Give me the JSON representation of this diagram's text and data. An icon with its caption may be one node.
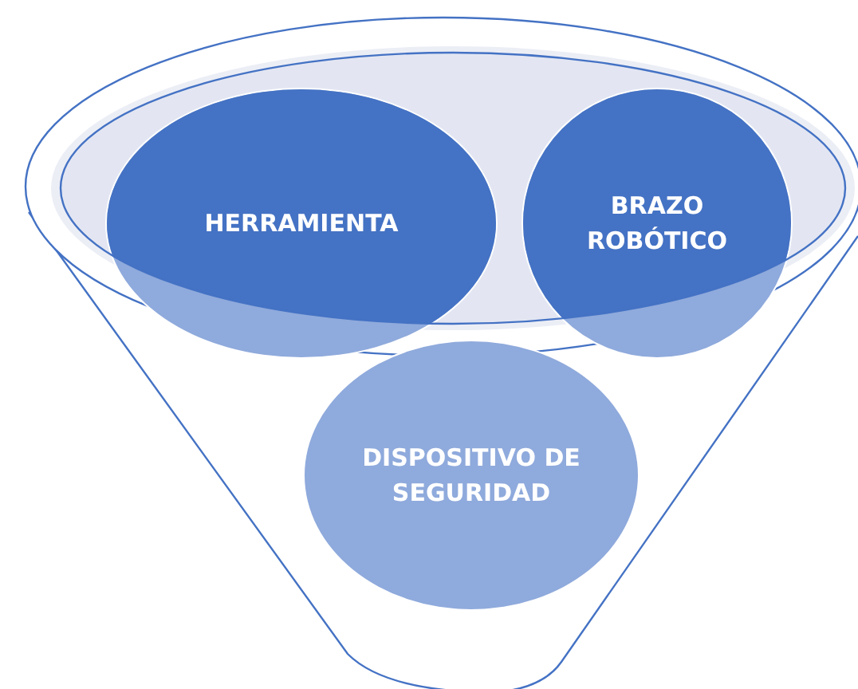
{
  "diagram": {
    "nodes": [
      {
        "text": [
          "HERRAMIENTA"
        ]
      },
      {
        "text": [
          "BRAZO ROBÓTICO"
        ]
      },
      {
        "text": [
          "DISPOSITIVO DE SEGURIDAD"
        ]
      }
    ]
  }
}
